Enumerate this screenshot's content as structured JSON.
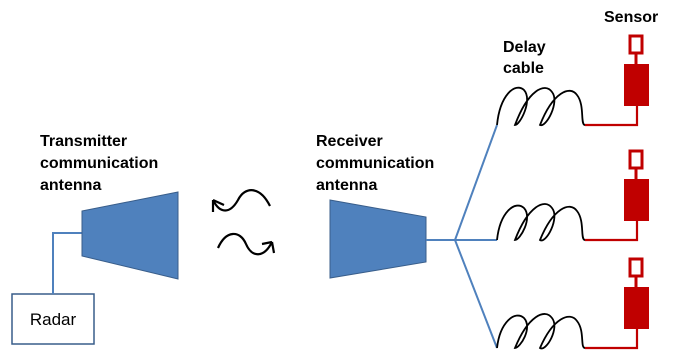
{
  "labels": {
    "transmitter_line1": "Transmitter",
    "transmitter_line2": "communication",
    "transmitter_line3": "antenna",
    "receiver_line1": "Receiver",
    "receiver_line2": "communication",
    "receiver_line3": "antenna",
    "delay_line1": "Delay",
    "delay_line2": "cable",
    "sensor": "Sensor",
    "radar": "Radar"
  },
  "colors": {
    "antenna_fill": "#4F81BD",
    "antenna_stroke": "#385D8A",
    "wire_blue": "#4F81BD",
    "sensor_red": "#C00000",
    "cable_black": "#000000"
  }
}
